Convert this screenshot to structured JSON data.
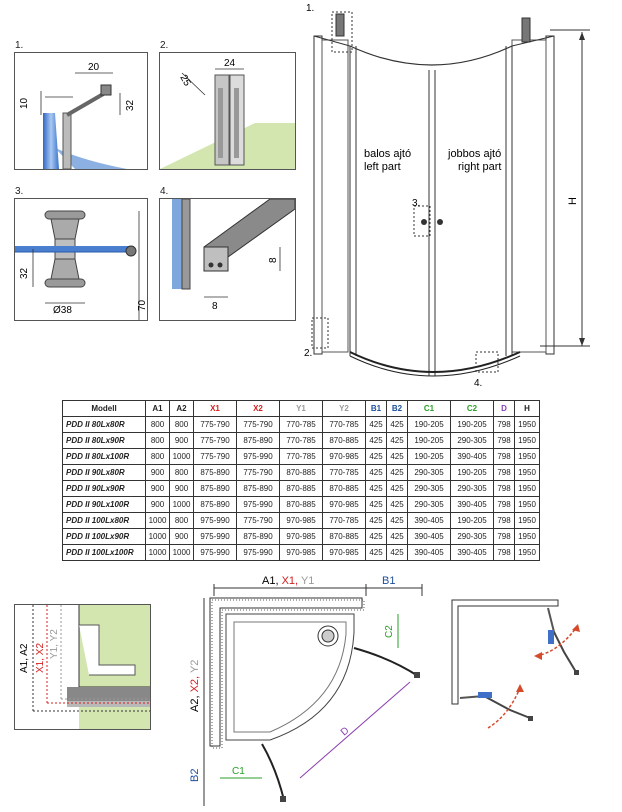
{
  "colors": {
    "x1": "#d42020",
    "x2": "#d42020",
    "y": "#9a9a9a",
    "b": "#1c4f9c",
    "c": "#28a028",
    "d": "#8a3fb0",
    "h": "#222222",
    "glass": "#5b8fd6",
    "floor": "#d3e6b0"
  },
  "detail_panels": [
    {
      "num": "1.",
      "dims": [
        "20",
        "10",
        "32"
      ]
    },
    {
      "num": "2.",
      "dims": [
        "24",
        "25"
      ]
    },
    {
      "num": "3.",
      "dims": [
        "32",
        "Ø38",
        "70"
      ]
    },
    {
      "num": "4.",
      "dims": [
        "8",
        "8"
      ]
    }
  ],
  "front_view": {
    "callouts": [
      "1.",
      "2.",
      "3.",
      "4."
    ],
    "left_label_hu": "balos ajtó",
    "left_label_en": "left part",
    "right_label_hu": "jobbos ajtó",
    "right_label_en": "right part",
    "height_label": "H"
  },
  "table": {
    "headers": [
      "Modell",
      "A1",
      "A2",
      "X1",
      "X2",
      "Y1",
      "Y2",
      "B1",
      "B2",
      "C1",
      "C2",
      "D",
      "H"
    ],
    "rows": [
      [
        "PDD II 80Lx80R",
        "800",
        "800",
        "775-790",
        "775-790",
        "770-785",
        "770-785",
        "425",
        "425",
        "190-205",
        "190-205",
        "798",
        "1950"
      ],
      [
        "PDD II 80Lx90R",
        "800",
        "900",
        "775-790",
        "875-890",
        "770-785",
        "870-885",
        "425",
        "425",
        "190-205",
        "290-305",
        "798",
        "1950"
      ],
      [
        "PDD II 80Lx100R",
        "800",
        "1000",
        "775-790",
        "975-990",
        "770-785",
        "970-985",
        "425",
        "425",
        "190-205",
        "390-405",
        "798",
        "1950"
      ],
      [
        "PDD II 90Lx80R",
        "900",
        "800",
        "875-890",
        "775-790",
        "870-885",
        "770-785",
        "425",
        "425",
        "290-305",
        "190-205",
        "798",
        "1950"
      ],
      [
        "PDD II 90Lx90R",
        "900",
        "900",
        "875-890",
        "875-890",
        "870-885",
        "870-885",
        "425",
        "425",
        "290-305",
        "290-305",
        "798",
        "1950"
      ],
      [
        "PDD II 90Lx100R",
        "900",
        "1000",
        "875-890",
        "975-990",
        "870-885",
        "970-985",
        "425",
        "425",
        "290-305",
        "390-405",
        "798",
        "1950"
      ],
      [
        "PDD II 100Lx80R",
        "1000",
        "800",
        "975-990",
        "775-790",
        "970-985",
        "770-785",
        "425",
        "425",
        "390-405",
        "190-205",
        "798",
        "1950"
      ],
      [
        "PDD II 100Lx90R",
        "1000",
        "900",
        "975-990",
        "875-890",
        "970-985",
        "870-885",
        "425",
        "425",
        "390-405",
        "290-305",
        "798",
        "1950"
      ],
      [
        "PDD II 100Lx100R",
        "1000",
        "1000",
        "975-990",
        "975-990",
        "970-985",
        "970-985",
        "425",
        "425",
        "390-405",
        "390-405",
        "798",
        "1950"
      ]
    ]
  },
  "plan_view": {
    "top_label_a1": "A1, ",
    "top_label_x1": "X1, ",
    "top_label_y1": "Y1",
    "top_label_b1": "B1",
    "left_label_a2": "A2, ",
    "left_label_x2": "X2, ",
    "left_label_y2": "Y2",
    "label_c2": "C2",
    "label_c1": "C1",
    "label_b2": "B2",
    "label_d": "D"
  },
  "side_section": {
    "label_a": "A1, A2",
    "label_x": "X1, X2",
    "label_y": "Y1, Y2"
  }
}
